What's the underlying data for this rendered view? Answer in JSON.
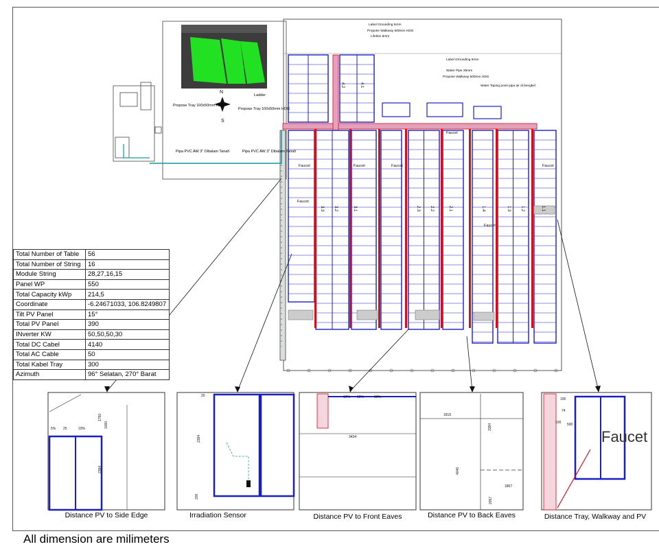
{
  "specs": [
    {
      "label": "Total Number of Table",
      "value": "56"
    },
    {
      "label": "Total Number of String",
      "value": "16"
    },
    {
      "label": "Module String",
      "value": "28,27,16,15"
    },
    {
      "label": "Panel WP",
      "value": "550"
    },
    {
      "label": "Total Capacity kWp",
      "value": "214,5"
    },
    {
      "label": "Coordinate",
      "value": "-6.24671033, 106.8249807"
    },
    {
      "label": "Tilt PV Panel",
      "value": "15°"
    },
    {
      "label": "Total PV Panel",
      "value": "390"
    },
    {
      "label": "INverter KW",
      "value": "50,50,50,30"
    },
    {
      "label": "Total DC Cabel",
      "value": "4140"
    },
    {
      "label": "Total AC Cable",
      "value": "50"
    },
    {
      "label": "Total Kabel Tray",
      "value": "300"
    },
    {
      "label": "Azimuth",
      "value": "96° Selatan, 270° Barat"
    }
  ],
  "details": [
    {
      "caption": "Distance PV to Side Edge",
      "dims": [
        "1750",
        "1000",
        "2384",
        "5%",
        "25",
        "10%"
      ]
    },
    {
      "caption": "Irradiation Sensor",
      "dims": [
        "2384",
        "200",
        "20"
      ]
    },
    {
      "caption": "Distance PV to Front Eaves",
      "dims": [
        "3434",
        "10%",
        "10%",
        "10%"
      ]
    },
    {
      "caption": "Distance PV to Back Eaves",
      "dims": [
        "1816",
        "2384",
        "4046",
        "1867",
        "2057"
      ]
    },
    {
      "caption": "Distance Tray, Walkway and PV",
      "dims": [
        "100",
        "500",
        "100",
        "74"
      ],
      "callout": "Faucet"
    }
  ],
  "plan_labels": {
    "cable_tray_1": "Propose Tray 100x50mm HDG",
    "cable_tray_2": "Propose Tray 100x50mm HDG",
    "pipe_1": "Pipa PVC AW 3\" Dibalam Tanah",
    "pipe_2": "Pipa PVC AW 3\" Dibalam Tanah",
    "ladder": "Ladder",
    "compass_north": "N",
    "compass_south": "S",
    "ann_1": "Label Grounding 6mm",
    "ann_2": "Propose Walkway 500mm HDG",
    "ann_3": "Lifeline 8mm",
    "ann_4": "Label Grounding 6mm",
    "ann_5": "Water Pipe 25mm",
    "ann_6": "Propose Walkway 500mm HDG",
    "ann_7": "Water Taping point pipa air di bengkel",
    "faucet": "Faucet",
    "strings": [
      "4.2",
      "4.1",
      "3.3",
      "3.2",
      "3.1",
      "2.3",
      "2.2",
      "2.1",
      "1.4",
      "1.3",
      "1.2",
      "1.1"
    ]
  },
  "footnote": "All dimension are milimeters",
  "colors": {
    "panel": "#1a1fc4",
    "walkway": "#d10f1f",
    "tray": "#e77a9a",
    "grass": "#1ee61e",
    "pipe": "#0f9aa0"
  }
}
